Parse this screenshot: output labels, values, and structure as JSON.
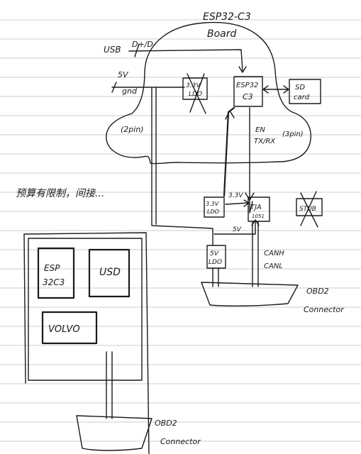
{
  "labels": {
    "board_title_1": "ESP32-C3",
    "board_title_2": "Board",
    "usb": "USB",
    "usb_dpdm": "D+/D-",
    "five_v": "5V",
    "gnd": "gnd",
    "ldo_33_a": "3.3V",
    "ldo_33_b": "LDO",
    "esp_a": "ESP32",
    "esp_b": "C3",
    "sd_a": "SD",
    "sd_b": "card",
    "two_pin": "(2pin)",
    "en": "EN",
    "txrx": "TX/RX",
    "three_pin": "(3pin)",
    "note": "预算有限制，间接...",
    "v33": "3.3V",
    "v5": "5V",
    "ldo33_small_a": "3.3V",
    "ldo33_small_b": "LDO",
    "tja_a": "TJA",
    "tja_b": "1051",
    "stub": "STUB",
    "ldo5_a": "5V",
    "ldo5_b": "LDO",
    "canh": "CANH",
    "canl": "CANL",
    "obd2_right_a": "OBD2",
    "obd2_right_b": "Connector",
    "esp_box_a": "ESP",
    "esp_box_b": "32C3",
    "usd": "USD",
    "volvo": "VOLVO",
    "obd2_bottom_a": "OBD2",
    "obd2_bottom_b": "Connector"
  }
}
